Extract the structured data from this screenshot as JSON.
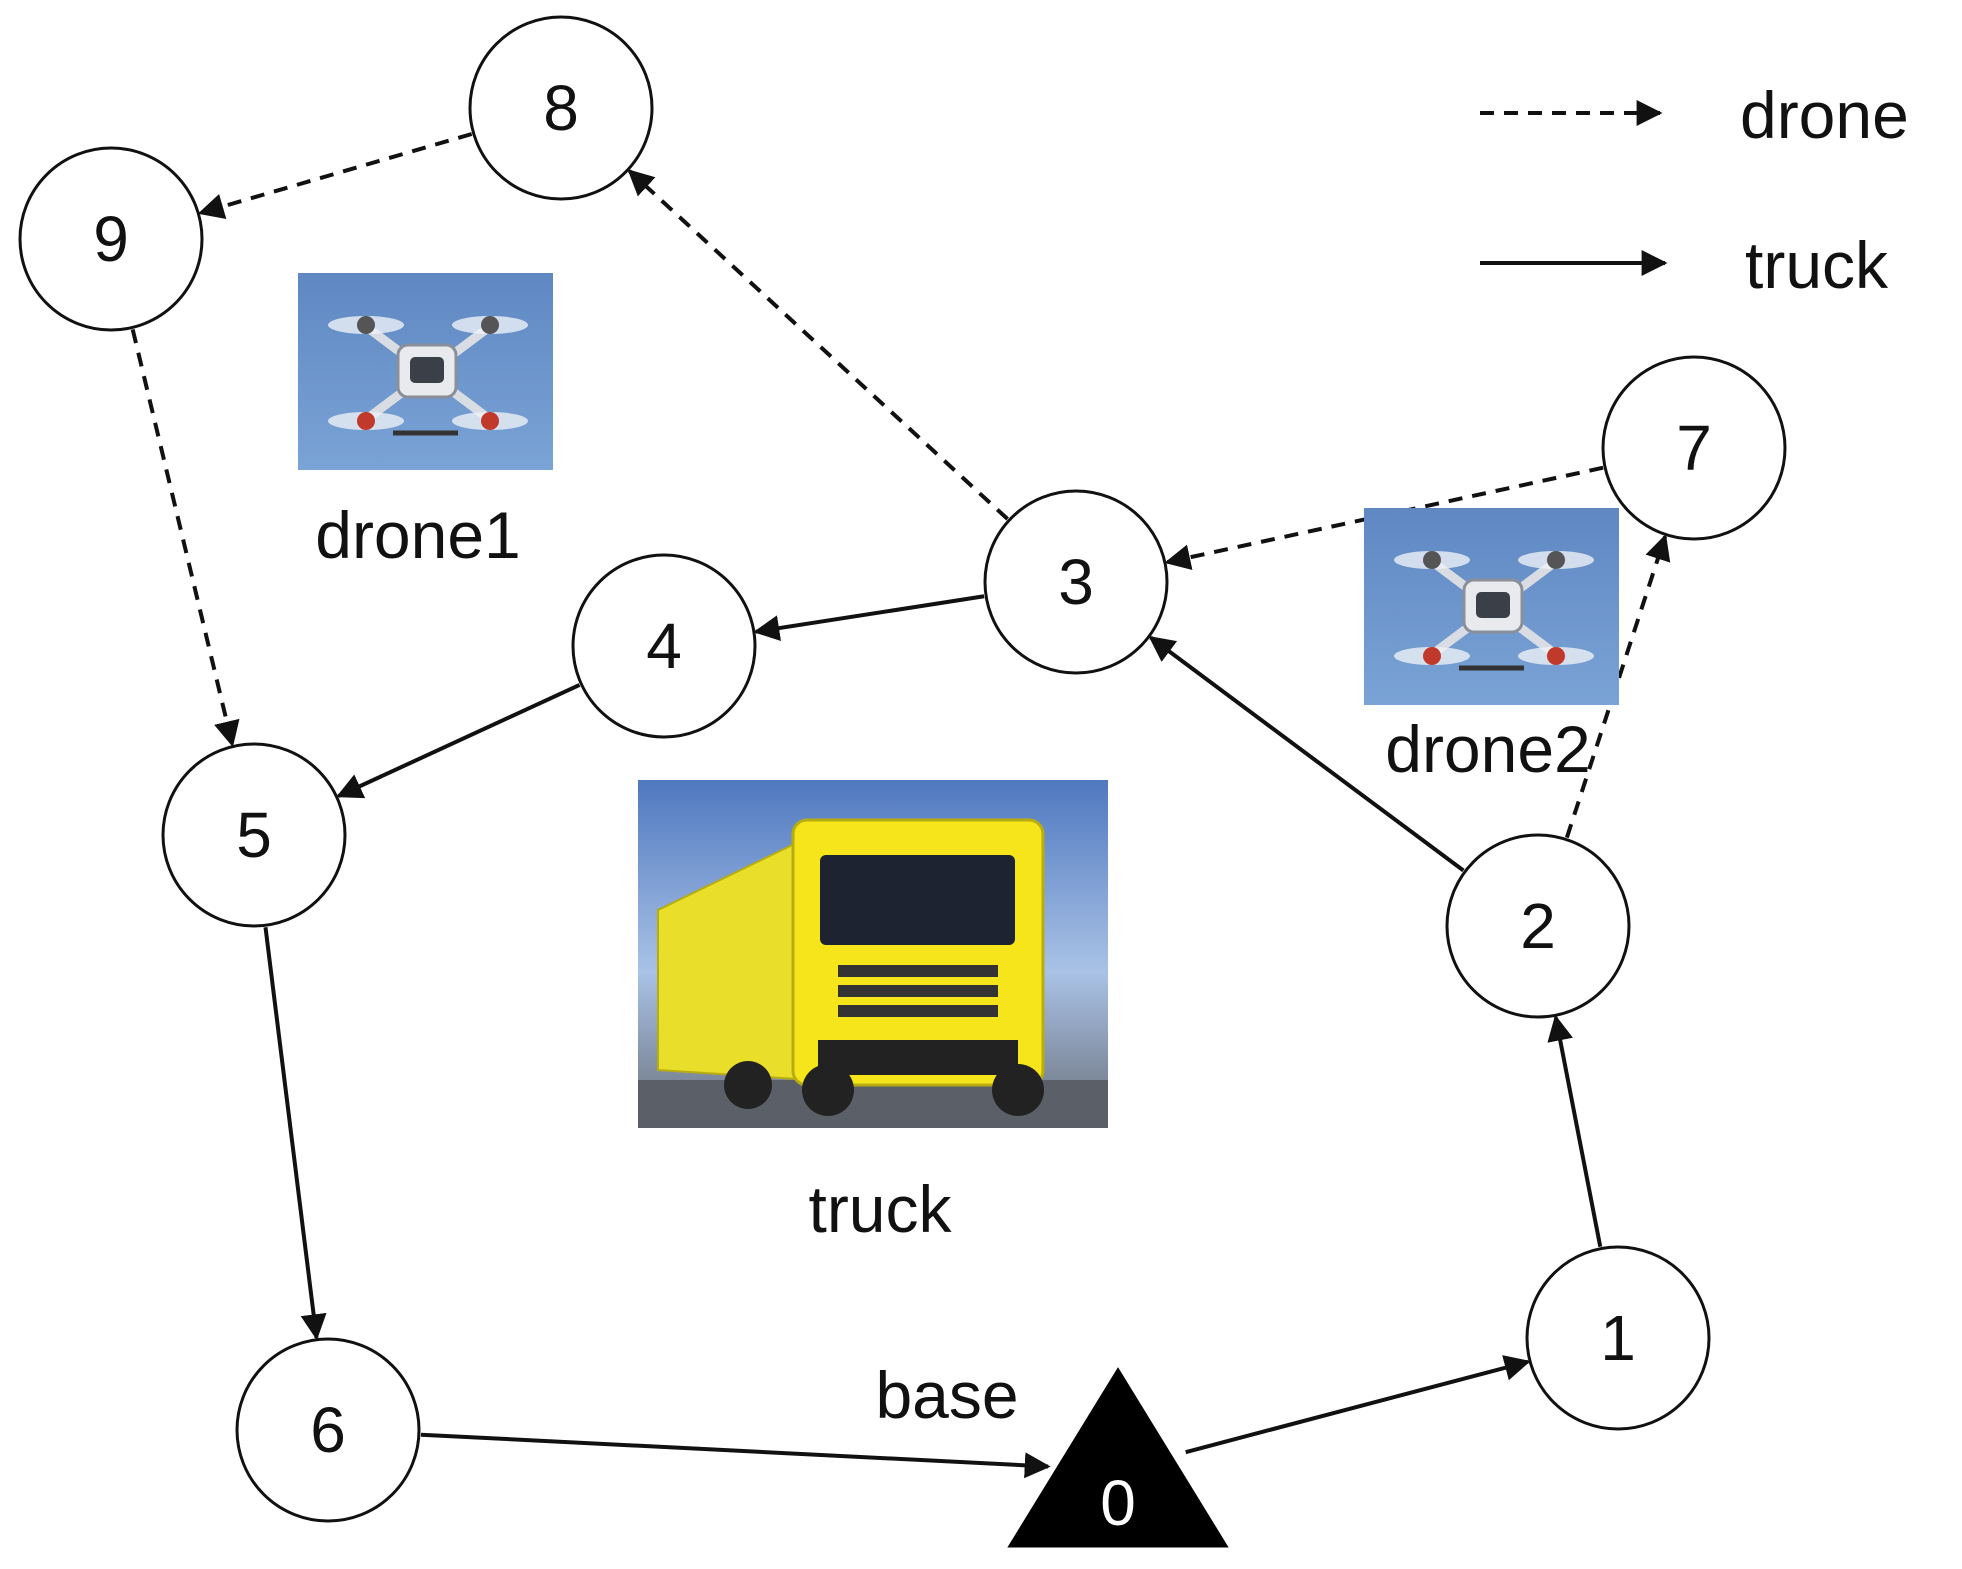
{
  "legend": {
    "drone_label": "drone",
    "truck_label": "truck"
  },
  "nodes": [
    {
      "id": "0",
      "label": "0",
      "kind": "base"
    },
    {
      "id": "1",
      "label": "1"
    },
    {
      "id": "2",
      "label": "2"
    },
    {
      "id": "3",
      "label": "3"
    },
    {
      "id": "4",
      "label": "4"
    },
    {
      "id": "5",
      "label": "5"
    },
    {
      "id": "6",
      "label": "6"
    },
    {
      "id": "7",
      "label": "7"
    },
    {
      "id": "8",
      "label": "8"
    },
    {
      "id": "9",
      "label": "9"
    }
  ],
  "edges": [
    {
      "from": "0",
      "to": "1",
      "type": "truck"
    },
    {
      "from": "1",
      "to": "2",
      "type": "truck"
    },
    {
      "from": "2",
      "to": "3",
      "type": "truck"
    },
    {
      "from": "3",
      "to": "4",
      "type": "truck"
    },
    {
      "from": "4",
      "to": "5",
      "type": "truck"
    },
    {
      "from": "5",
      "to": "6",
      "type": "truck"
    },
    {
      "from": "6",
      "to": "0",
      "type": "truck"
    },
    {
      "from": "2",
      "to": "7",
      "type": "drone"
    },
    {
      "from": "7",
      "to": "3",
      "type": "drone"
    },
    {
      "from": "3",
      "to": "8",
      "type": "drone"
    },
    {
      "from": "8",
      "to": "9",
      "type": "drone"
    },
    {
      "from": "9",
      "to": "5",
      "type": "drone"
    }
  ],
  "labels": {
    "base": "base",
    "drone1": "drone1",
    "drone2": "drone2",
    "truck": "truck"
  },
  "icons": {
    "drone1": "drone-photo-icon",
    "drone2": "drone-photo-icon",
    "truck": "truck-photo-icon"
  },
  "colors": {
    "line": "#111111",
    "drone_sky": "#6b93c9",
    "truck_yellow": "#f2e20f"
  }
}
